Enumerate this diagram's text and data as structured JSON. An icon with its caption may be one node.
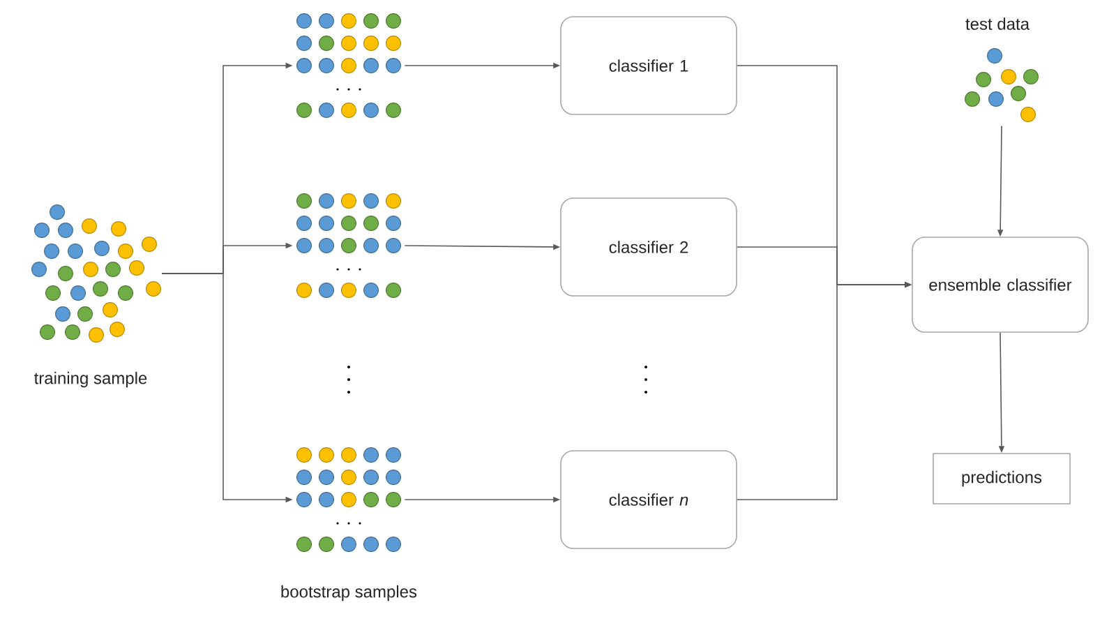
{
  "diagram": {
    "nodes": [
      {
        "text": [],
        "shape": "picture",
        "beside": [
          "training sample"
        ]
      },
      {
        "text": [],
        "shape": "picture"
      },
      {
        "text": [],
        "shape": "picture"
      },
      {
        "text": [],
        "shape": "picture"
      },
      {
        "text": [
          "classifier 1"
        ]
      },
      {
        "text": [
          "classifier 2"
        ]
      },
      {
        "text": [
          "classifier *n*"
        ]
      },
      {
        "text": [],
        "shape": "picture",
        "beside": [
          "test data"
        ]
      },
      {
        "text": [
          "ensemble classifier"
        ]
      },
      {
        "text": [
          "predictions"
        ]
      }
    ],
    "edges": [
      {
        "from": 0,
        "to": 1,
        "arrow": "to"
      },
      {
        "from": 0,
        "to": 2,
        "arrow": "to"
      },
      {
        "from": 0,
        "to": 3,
        "arrow": "to"
      },
      {
        "from": 1,
        "to": 4,
        "arrow": "to"
      },
      {
        "from": 2,
        "to": 5,
        "arrow": "to"
      },
      {
        "from": 3,
        "to": 6,
        "arrow": "to"
      },
      {
        "from": 4,
        "to": 8,
        "arrow": "to"
      },
      {
        "from": 5,
        "to": 8,
        "arrow": "to"
      },
      {
        "from": 6,
        "to": 8,
        "arrow": "to"
      },
      {
        "from": 7,
        "to": 8,
        "arrow": "to"
      },
      {
        "from": 8,
        "to": 9,
        "arrow": "to"
      }
    ],
    "labels": [
      "bootstrap samples"
    ]
  }
}
